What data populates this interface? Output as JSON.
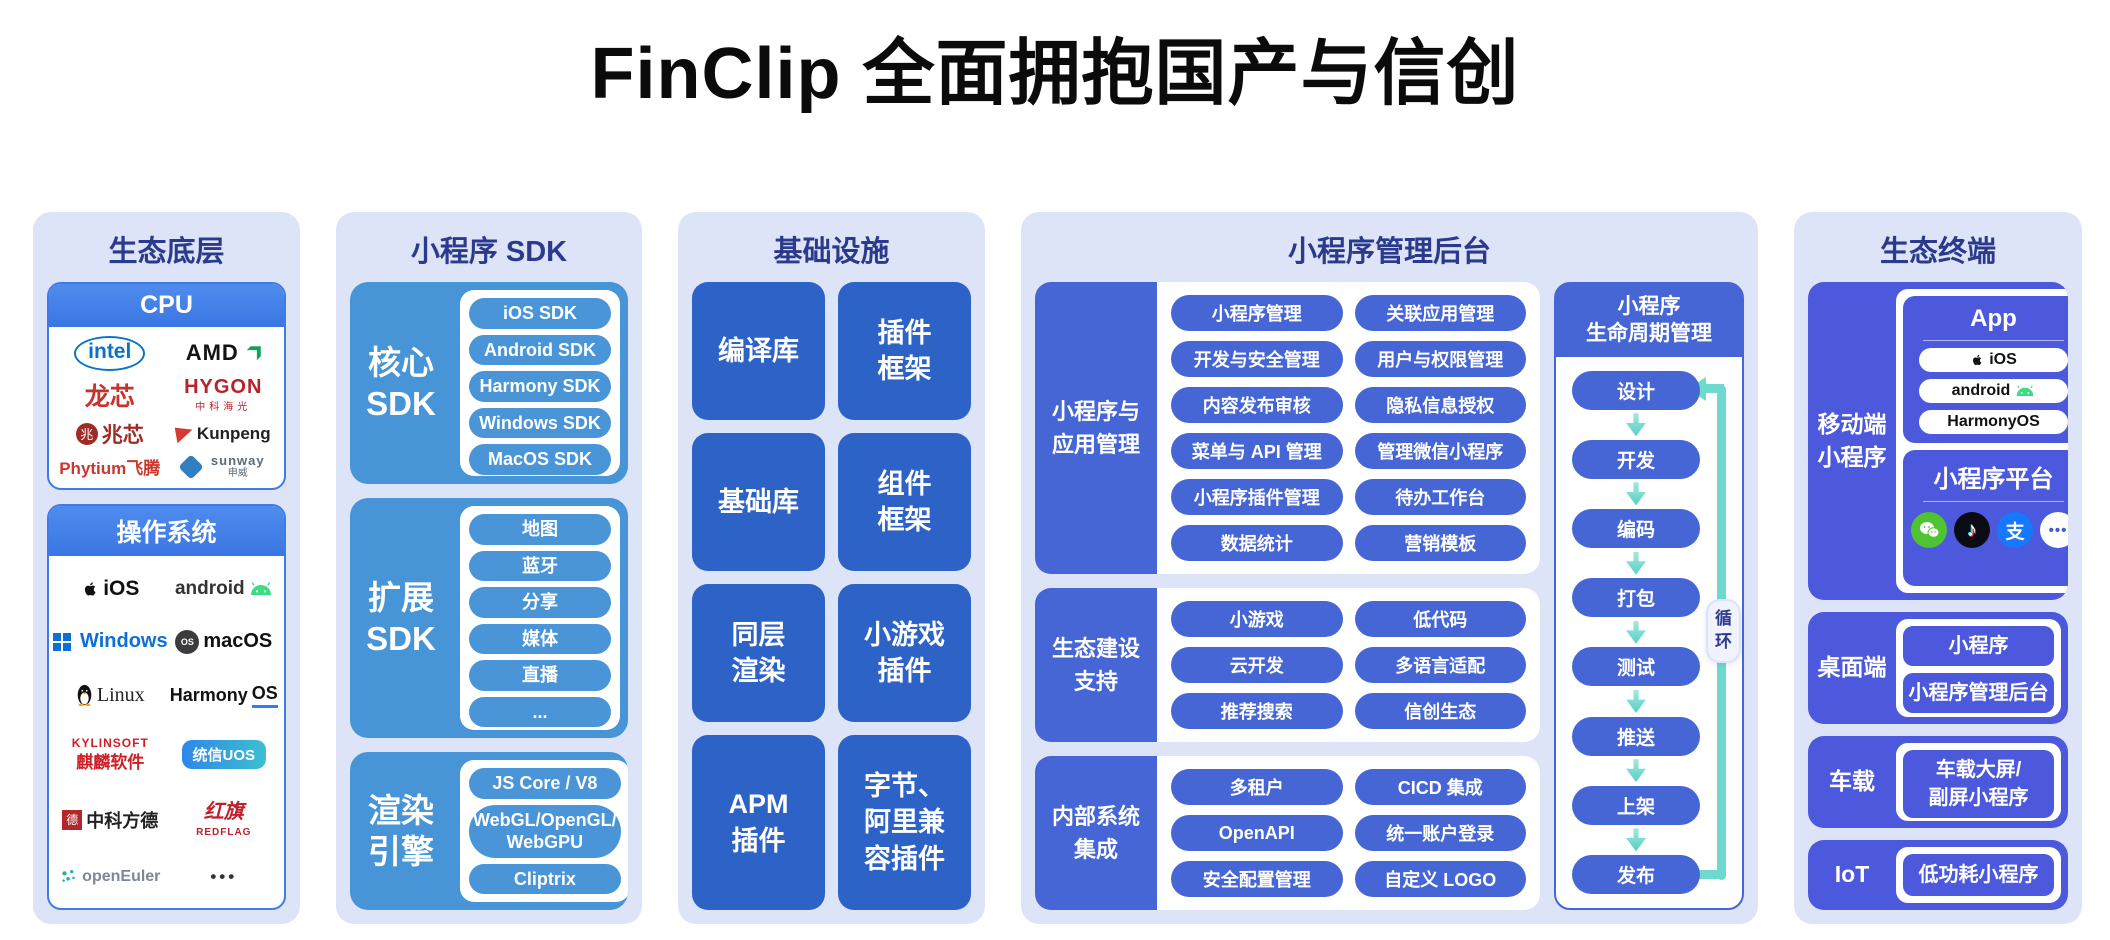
{
  "page": {
    "title": "FinClip 全面拥抱国产与信创"
  },
  "colors": {
    "column_bg": "#dee4f8",
    "column_title": "#2b3a8c",
    "header_blue": "#3d7ce6",
    "sdk_blue": "#4794d7",
    "infra_blue": "#2d62c6",
    "admin_blue": "#4566d4",
    "terminal_indigo": "#4c59dd",
    "loop_teal": "#6fd9cd"
  },
  "eco_base": {
    "title": "生态底层",
    "cpu": {
      "header": "CPU",
      "logos": [
        {
          "name": "intel",
          "label": "intel"
        },
        {
          "name": "amd",
          "label": "AMD"
        },
        {
          "name": "loongson",
          "label": "龙芯"
        },
        {
          "name": "hygon",
          "label": "HYGON",
          "sub": "中科海光"
        },
        {
          "name": "zhaoxin",
          "glyph": "兆",
          "label": "兆芯"
        },
        {
          "name": "kunpeng",
          "label": "Kunpeng"
        },
        {
          "name": "phytium",
          "label": "Phytium飞腾"
        },
        {
          "name": "sunway",
          "label": "sunway",
          "sub": "申威"
        }
      ]
    },
    "os": {
      "header": "操作系统",
      "logos": [
        {
          "name": "ios",
          "label": "iOS"
        },
        {
          "name": "android",
          "label": "android"
        },
        {
          "name": "windows",
          "label": "Windows"
        },
        {
          "name": "macos",
          "glyph": "OS",
          "label": "macOS"
        },
        {
          "name": "linux",
          "label": "Linux"
        },
        {
          "name": "harmonyos",
          "label": "Harmony",
          "label2": "OS"
        },
        {
          "name": "kylinsoft",
          "label": "KYLINSOFT",
          "sub": "麒麟软件"
        },
        {
          "name": "uos",
          "label": "统信UOS"
        },
        {
          "name": "fangde",
          "glyph": "德",
          "label": "中科方德"
        },
        {
          "name": "redflag",
          "label": "红旗",
          "sub": "REDFLAG"
        },
        {
          "name": "openeuler",
          "label": "openEuler"
        },
        {
          "name": "more",
          "label": "•••"
        }
      ]
    }
  },
  "sdk": {
    "title": "小程序 SDK",
    "groups": [
      {
        "label": "核心\nSDK",
        "pills": [
          "iOS SDK",
          "Android SDK",
          "Harmony SDK",
          "Windows SDK",
          "MacOS SDK"
        ]
      },
      {
        "label": "扩展\nSDK",
        "pills": [
          "地图",
          "蓝牙",
          "分享",
          "媒体",
          "直播",
          "..."
        ]
      },
      {
        "label": "渲染\n引擎",
        "pills": [
          "JS Core / V8",
          "WebGL/OpenGL/\nWebGPU",
          "Cliptrix"
        ]
      }
    ]
  },
  "infra": {
    "title": "基础设施",
    "blocks": [
      "编译库",
      "插件\n框架",
      "基础库",
      "组件\n框架",
      "同层\n渲染",
      "小游戏\n插件",
      "APM\n插件",
      "字节、\n阿里兼\n容插件"
    ]
  },
  "admin": {
    "title": "小程序管理后台",
    "groups": [
      {
        "label": "小程序与\n应用管理",
        "pills": [
          "小程序管理",
          "关联应用管理",
          "开发与安全管理",
          "用户与权限管理",
          "内容发布审核",
          "隐私信息授权",
          "菜单与 API 管理",
          "管理微信小程序",
          "小程序插件管理",
          "待办工作台",
          "数据统计",
          "营销模板"
        ]
      },
      {
        "label": "生态建设\n支持",
        "pills": [
          "小游戏",
          "低代码",
          "云开发",
          "多语言适配",
          "推荐搜索",
          "信创生态"
        ]
      },
      {
        "label": "内部系统\n集成",
        "pills": [
          "多租户",
          "CICD 集成",
          "OpenAPI",
          "统一账户登录",
          "安全配置管理",
          "自定义 LOGO"
        ]
      }
    ],
    "lifecycle": {
      "title_line1": "小程序",
      "title_line2": "生命周期管理",
      "steps": [
        "设计",
        "开发",
        "编码",
        "打包",
        "测试",
        "推送",
        "上架",
        "发布"
      ],
      "loop_label": "循\n环"
    }
  },
  "terminal": {
    "title": "生态终端",
    "mobile": {
      "label": "移动端\n小程序",
      "app_card": {
        "title": "App",
        "pills": [
          "iOS",
          "android",
          "HarmonyOS"
        ]
      },
      "platform_card": {
        "title": "小程序平台",
        "icons": [
          "wechat-icon",
          "douyin-icon",
          "alipay-icon",
          "more-icon"
        ],
        "alipay_glyph": "支"
      }
    },
    "desktop": {
      "label": "桌面端",
      "blocks": [
        "小程序",
        "小程序管理后台"
      ]
    },
    "car": {
      "label": "车载",
      "blocks": [
        "车载大屏/\n副屏小程序"
      ]
    },
    "iot": {
      "label": "IoT",
      "blocks": [
        "低功耗小程序"
      ]
    }
  }
}
